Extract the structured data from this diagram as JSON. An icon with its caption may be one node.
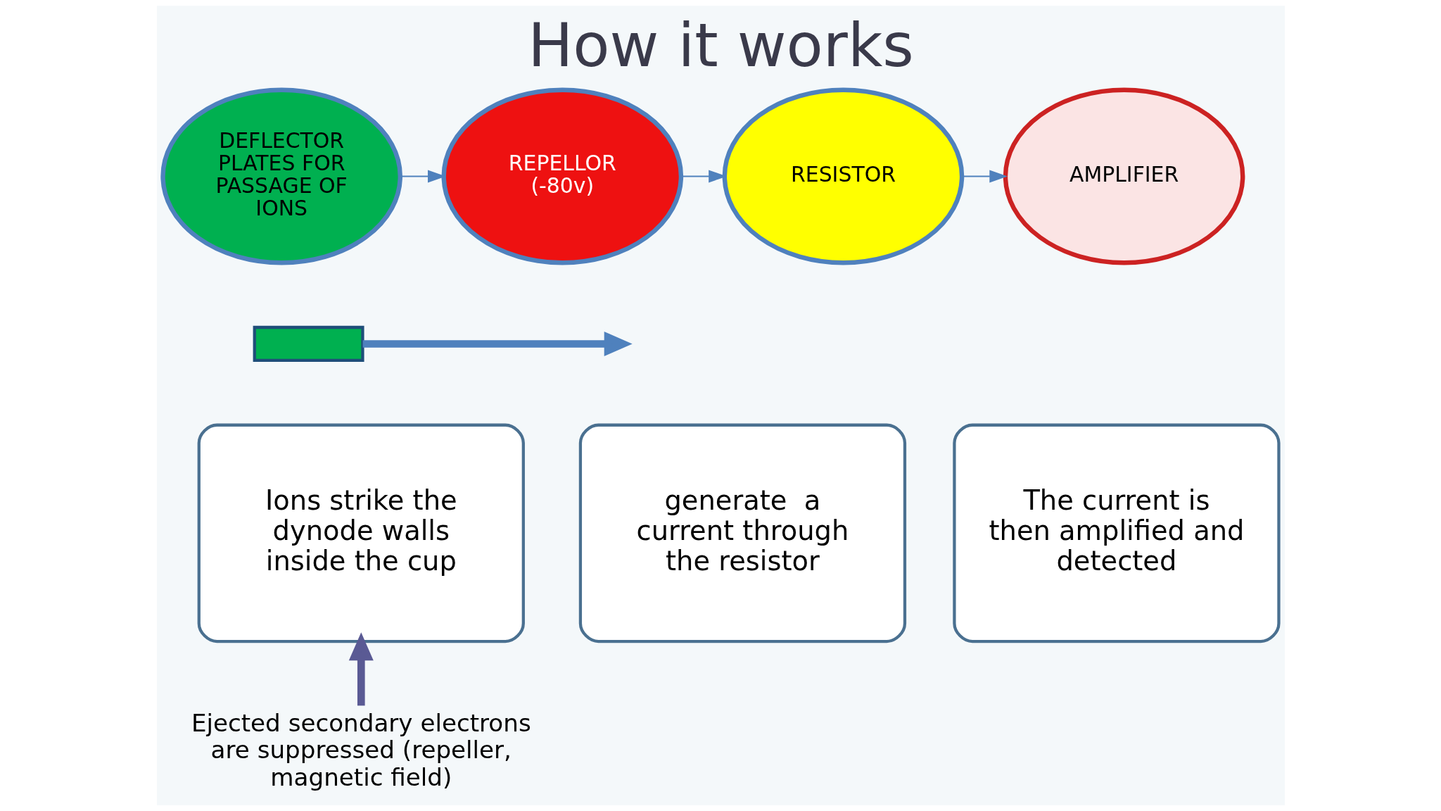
{
  "diagram": {
    "title": "How it works",
    "nodes": [
      {
        "text": [
          "DEFLECTOR PLATES FOR PASSAGE OF IONS"
        ]
      },
      {
        "text": [
          "REPELLOR (-80v)"
        ]
      },
      {
        "text": [
          "RESISTOR"
        ]
      },
      {
        "text": [
          "AMPLIFIER"
        ]
      },
      {
        "text": [],
        "shape": "box"
      },
      {
        "text": [
          "Ions strike the dynode walls inside the cup"
        ]
      },
      {
        "text": [
          "generate  a current through the resistor"
        ]
      },
      {
        "text": [
          "The current is then amplified and detected"
        ]
      },
      {
        "text": [
          "Ejected secondary electrons are suppressed (repeller, magnetic field)"
        ]
      }
    ],
    "edges": [
      {
        "from": 0,
        "to": 1,
        "arrow": "to"
      },
      {
        "from": 1,
        "to": 2,
        "arrow": "to"
      },
      {
        "from": 2,
        "to": 3,
        "arrow": "to"
      },
      {
        "from": 4,
        "to": null,
        "arrow": "to",
        "style": "thick"
      },
      {
        "from": 8,
        "to": 5,
        "arrow": "to",
        "style": "thick",
        "color": "#5a5a94"
      }
    ]
  }
}
